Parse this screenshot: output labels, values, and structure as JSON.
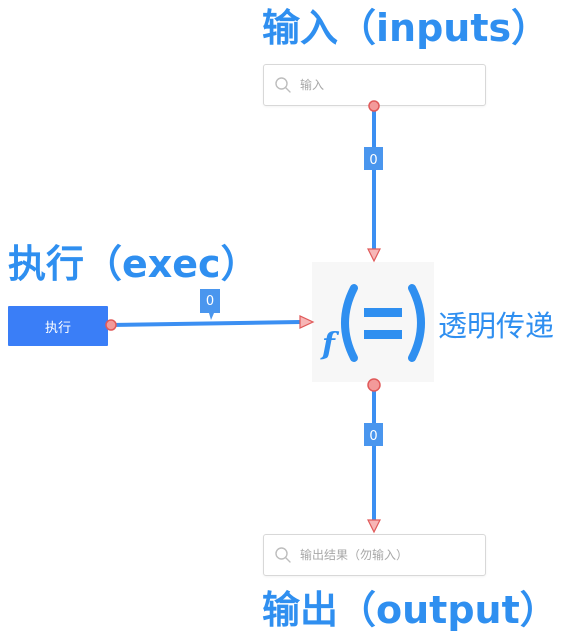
{
  "headings": {
    "inputs": "输入（inputs）",
    "exec": "执行（exec）",
    "output": "输出（output）"
  },
  "input_field": {
    "placeholder": "输入",
    "icon": "search-icon"
  },
  "output_field": {
    "placeholder": "输出结果（勿输入）",
    "icon": "search-icon"
  },
  "exec_button": {
    "label": "执行"
  },
  "node": {
    "label": "透明传递",
    "icon": "function-equals-icon"
  },
  "wire_counts": {
    "input_wire": "0",
    "exec_wire": "0",
    "output_wire": "0"
  },
  "colors": {
    "accent": "#2f8ff0",
    "button": "#3a7ef7",
    "wire": "#3b8ff2",
    "port_fill": "#f39a9a",
    "port_stroke": "#e05a5a"
  }
}
